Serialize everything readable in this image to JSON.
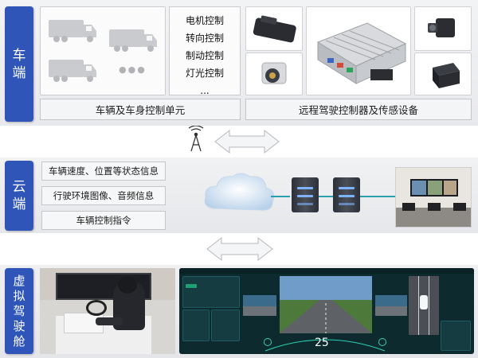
{
  "sections": {
    "vehicle": {
      "tag": [
        "车",
        "端"
      ]
    },
    "cloud": {
      "tag": [
        "云",
        "端"
      ]
    },
    "cockpit": {
      "tag": [
        "虚",
        "拟",
        "驾",
        "驶",
        "舱"
      ]
    }
  },
  "vehicle_side": {
    "control_functions": [
      "电机控制",
      "转向控制",
      "制动控制",
      "灯光控制",
      "..."
    ],
    "left_caption": "车辆及车身控制单元",
    "right_caption": "远程驾驶控制器及传感设备",
    "more_vehicles": "●●●"
  },
  "cloud_side": {
    "info_items": [
      "车辆速度、位置等状态信息",
      "行驶环境图像、音频信息",
      "车辆控制指令"
    ]
  },
  "cockpit_side": {
    "speed_value": "25"
  },
  "colors": {
    "tag_blue": "#2f55b8",
    "link_teal": "#2a9fb0",
    "dashboard_bg": "#0d2a2e"
  },
  "icons": [
    "truck-icon",
    "antenna-icon",
    "cloud-icon",
    "server-icon",
    "double-arrow-icon"
  ]
}
